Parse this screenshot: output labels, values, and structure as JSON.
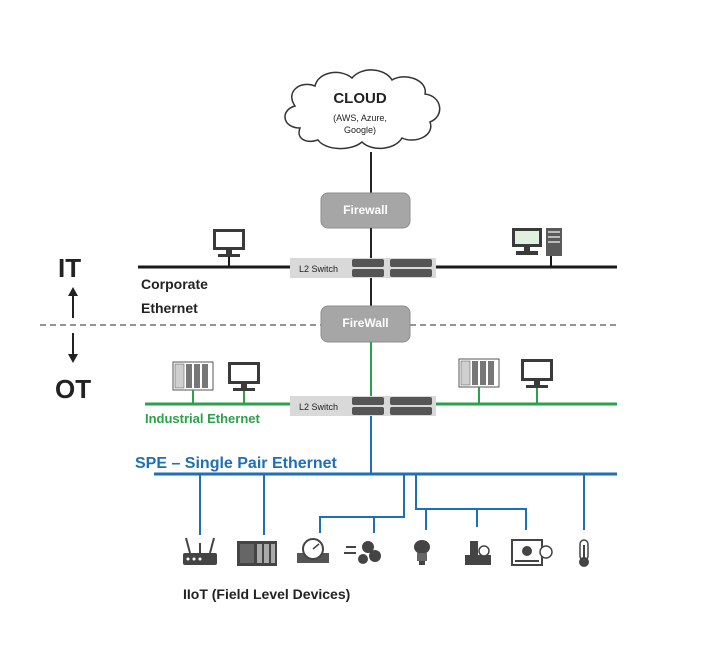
{
  "cloud": {
    "title": "CLOUD",
    "line1": "(AWS, Azure,",
    "line2": "Google)"
  },
  "it_firewall": {
    "label": "Firewall"
  },
  "ot_firewall": {
    "label": "FireWall"
  },
  "it_switch": {
    "label": "L2 Switch"
  },
  "ot_switch": {
    "label": "L2 Switch"
  },
  "zones": {
    "it": "IT",
    "ot": "OT"
  },
  "corporate_ethernet": {
    "line1": "Corporate",
    "line2": "Ethernet"
  },
  "industrial_ethernet": {
    "label": "Industrial Ethernet"
  },
  "spe": {
    "label": "SPE – Single Pair Ethernet"
  },
  "iiot": {
    "label": "IIoT (Field Level Devices)"
  },
  "colors": {
    "corporate_line": "#1a1a1a",
    "industrial_line": "#2aa24a",
    "spe_line": "#1f6fb8",
    "industrial_text": "#2aa24a",
    "spe_text": "#1f6fb8",
    "firewall_fill": "#a6a6a6"
  },
  "field_devices": [
    "wireless-router-icon",
    "plc-rack-icon",
    "flow-meter-icon",
    "fan-motor-icon",
    "light-bulb-icon",
    "sensor-module-icon",
    "gauge-monitor-icon",
    "thermometer-icon"
  ]
}
